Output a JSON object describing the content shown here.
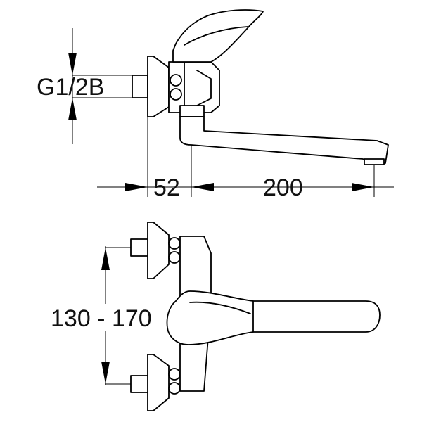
{
  "dimensions": {
    "thread": "G1/2B",
    "depth": "52",
    "spout_length": "200",
    "center_distance": "130 - 170"
  }
}
